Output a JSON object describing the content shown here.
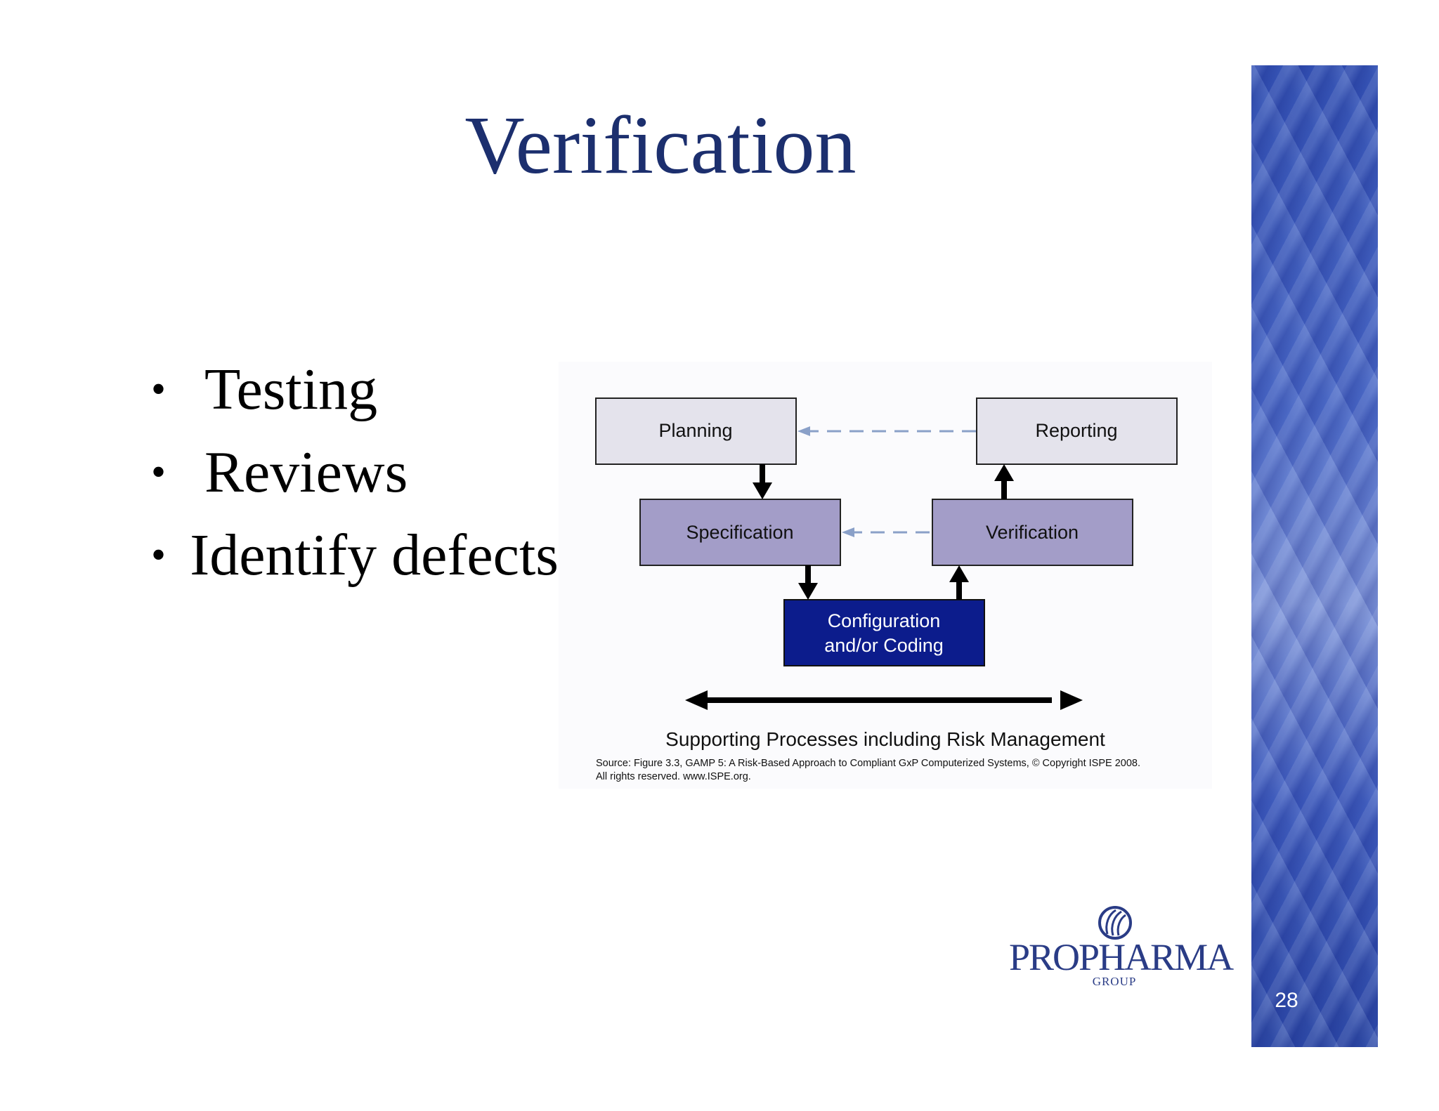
{
  "slide": {
    "title": "Verification",
    "bullets": [
      "Testing",
      "Reviews",
      "Identify defects"
    ],
    "page_number": "28"
  },
  "figure": {
    "boxes": {
      "planning": "Planning",
      "reporting": "Reporting",
      "specification": "Specification",
      "verification": "Verification",
      "config_line1": "Configuration",
      "config_line2": "and/or Coding"
    },
    "caption": "Supporting Processes including Risk Management",
    "source_line1": "Source: Figure 3.3, GAMP 5: A Risk-Based Approach to Compliant GxP Computerized Systems, © Copyright ISPE 2008.",
    "source_line2": "All rights reserved. www.ISPE.org.",
    "colors": {
      "light_box": "#e4e3ec",
      "mid_box": "#a39dc8",
      "dark_box": "#0c1c8c",
      "dashed_arrow": "#8aa0c8"
    }
  },
  "logo": {
    "name": "ProPharma",
    "wordmark": "PROPHARMA",
    "sub": "GROUP",
    "icon": "globe-swirl-icon"
  }
}
